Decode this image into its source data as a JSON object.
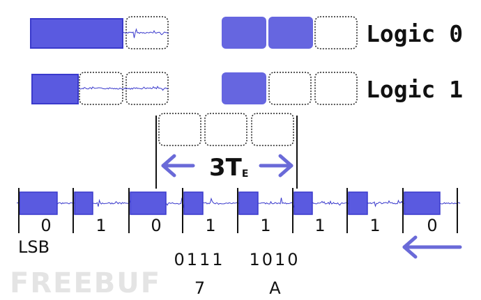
{
  "legend": {
    "logic0_label": "Logic 0",
    "logic1_label": "Logic 1"
  },
  "timing": {
    "period_label": "3T",
    "period_subscript": "E"
  },
  "bits": [
    "0",
    "1",
    "0",
    "1",
    "1",
    "1",
    "1",
    "0"
  ],
  "lsb_label": "LSB",
  "nibbles": {
    "low_bits": "0111",
    "high_bits": "1010",
    "low_hex": "7",
    "high_hex": "A"
  },
  "watermark": "FREEBUF",
  "colors": {
    "pulse": "#6666e0",
    "pulse_dark": "#3a3acc",
    "noise": "#3a3acc",
    "arrow": "#6a6ad8",
    "outline": "#333333",
    "text": "#111111",
    "watermark": "#e4e4e4"
  },
  "icons": [
    "left-arrow-icon",
    "right-arrow-icon",
    "direction-arrow-icon"
  ]
}
